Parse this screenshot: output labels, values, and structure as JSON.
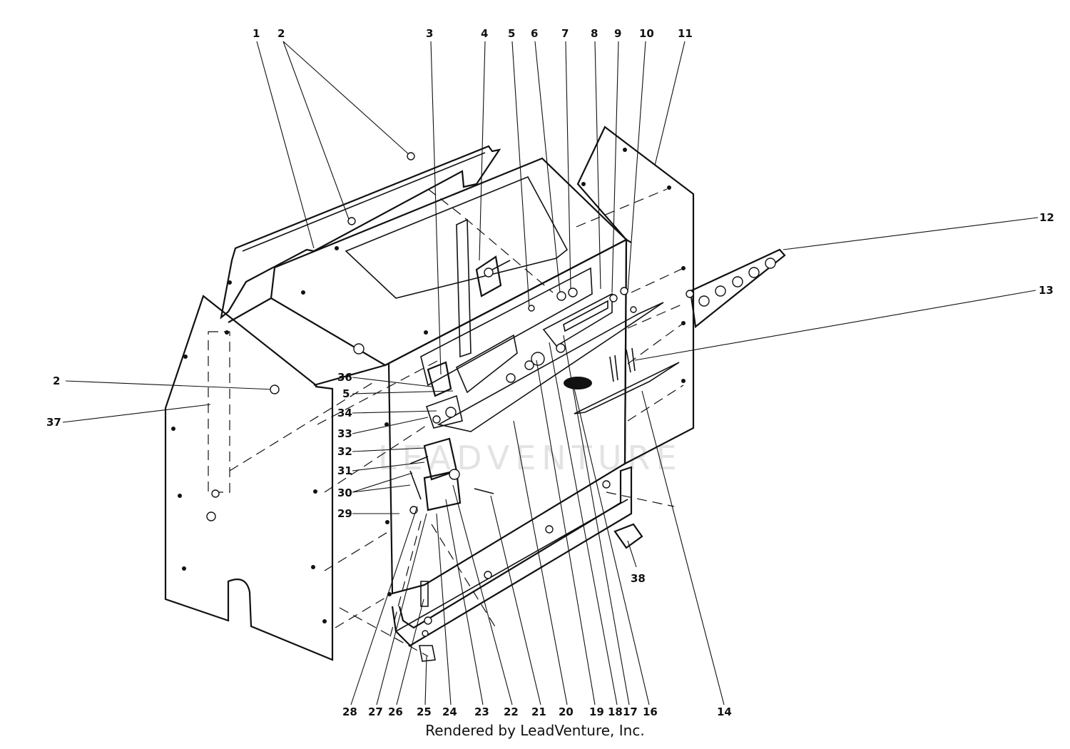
{
  "footer": "Rendered by LeadVenture, Inc.",
  "watermark": "LEADVENTURE",
  "callouts": {
    "top": [
      "1",
      "2",
      "3",
      "4",
      "5",
      "6",
      "7",
      "8",
      "9",
      "10",
      "11"
    ],
    "right": [
      "12",
      "13"
    ],
    "left": [
      "2",
      "37",
      "36",
      "5",
      "34",
      "33",
      "32",
      "31",
      "30",
      "29"
    ],
    "bottom": [
      "28",
      "27",
      "26",
      "25",
      "24",
      "23",
      "22",
      "21",
      "20",
      "19",
      "18",
      "17",
      "16",
      "14"
    ],
    "side": [
      "38"
    ]
  }
}
